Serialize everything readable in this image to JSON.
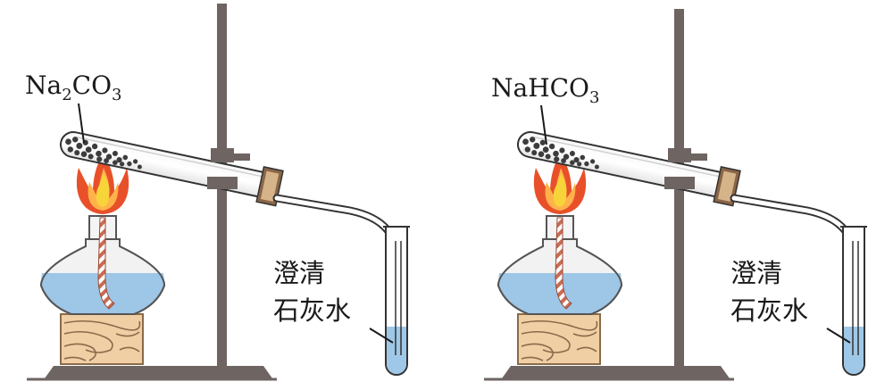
{
  "left": {
    "chemical": {
      "base": "Na",
      "sub1": "2",
      "mid": "CO",
      "sub2": "3"
    },
    "limewater_line1": "澄清",
    "limewater_line2": "石灰水"
  },
  "right": {
    "chemical": {
      "base": "NaHCO",
      "sub": "3"
    },
    "limewater_line1": "澄清",
    "limewater_line2": "石灰水"
  },
  "colors": {
    "stand": "#6e6462",
    "tube_liquid": "#9fc8e8",
    "lamp_liquid": "#9ec6e6",
    "wood": "#f0cfa5",
    "flame_outer": "#e8502a",
    "flame_inner": "#f7d43a",
    "powder": "#3c3c3c"
  }
}
